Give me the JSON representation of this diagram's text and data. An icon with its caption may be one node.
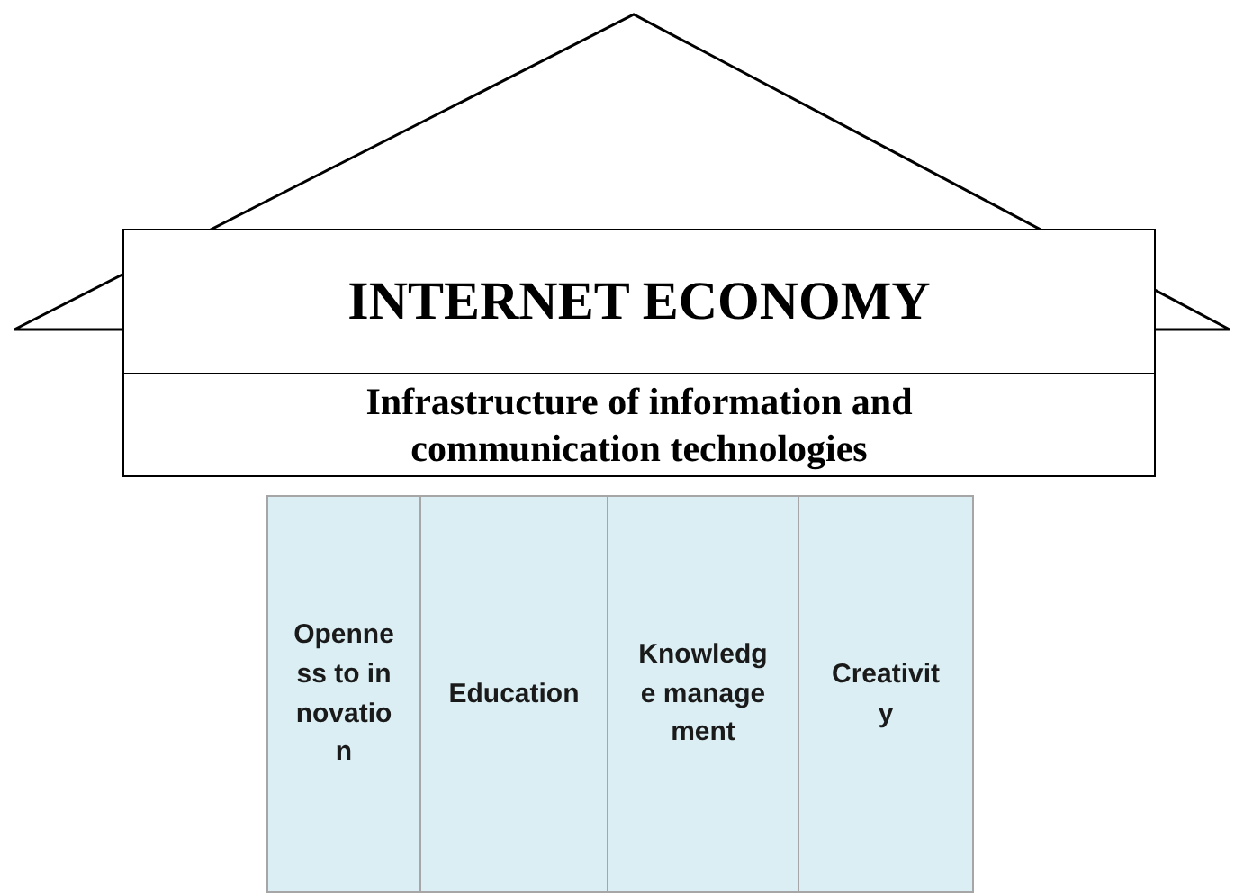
{
  "diagram": {
    "nodes": [
      {
        "text": [
          "INTERNET ECONOMY"
        ]
      },
      {
        "text": [
          "Infrastructure of information and communication technologies"
        ]
      },
      {
        "text": [
          "Openness to innovation"
        ]
      },
      {
        "text": [
          "Education"
        ]
      },
      {
        "text": [
          "Knowledge management"
        ]
      },
      {
        "text": [
          "Creativity"
        ]
      }
    ]
  }
}
